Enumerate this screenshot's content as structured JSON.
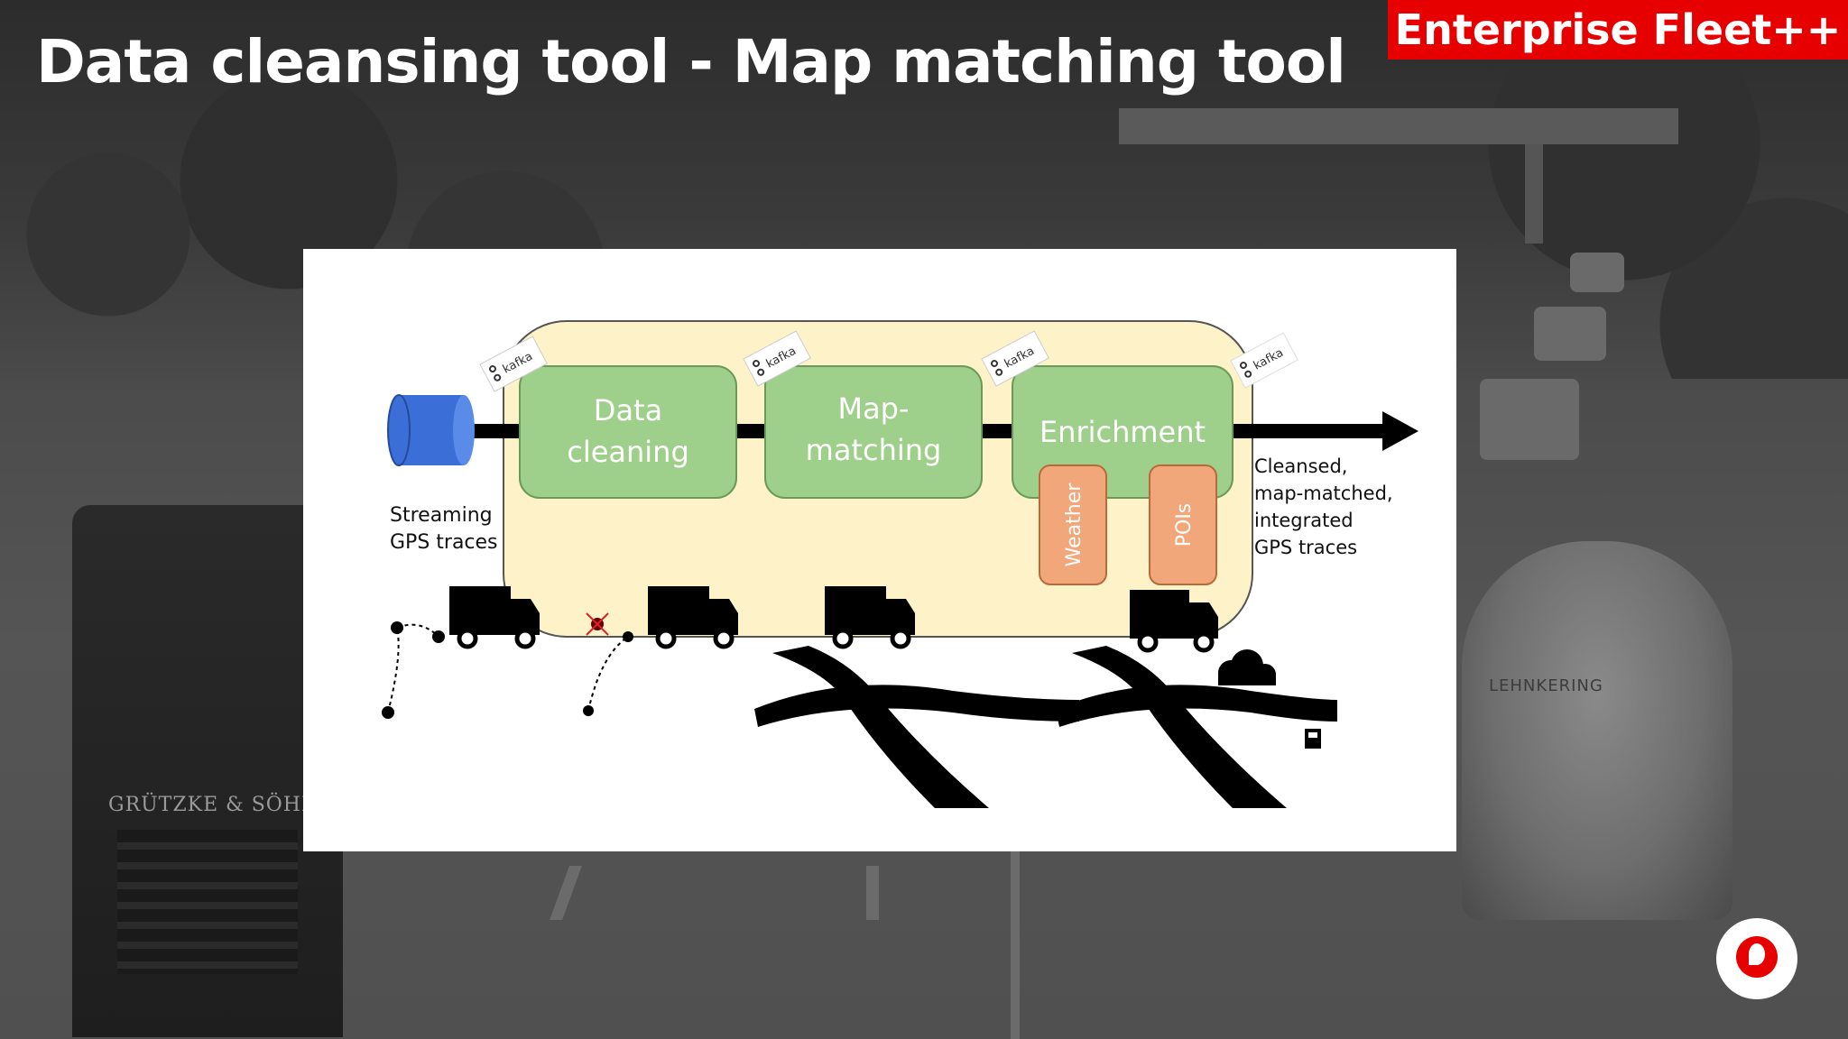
{
  "slide": {
    "title": "Data cleansing tool - Map matching tool",
    "badge": "Enterprise Fleet++",
    "badge_color": "#e60000"
  },
  "diagram": {
    "input_label_line1": "Streaming",
    "input_label_line2": "GPS traces",
    "kafka_label": "kafka",
    "stages": [
      {
        "line1": "Data",
        "line2": "cleaning"
      },
      {
        "line1": "Map-",
        "line2": "matching"
      },
      {
        "line1": "Enrichment",
        "line2": ""
      }
    ],
    "enrichment_sources": [
      "Weather",
      "POIs"
    ],
    "output_label_lines": [
      "Cleansed,",
      "map-matched,",
      "integrated",
      "GPS traces"
    ],
    "colors": {
      "container": "#fdf2c8",
      "stage": "#9fd08b",
      "source": "#f2a77a",
      "cylinder": "#3b6ed6"
    }
  },
  "background": {
    "truck_lettering": "GRÜTZKE & SÖHNE",
    "tanker_lettering": "LEHNKERING"
  },
  "logo": {
    "icon": "vodafone-logo-icon"
  }
}
